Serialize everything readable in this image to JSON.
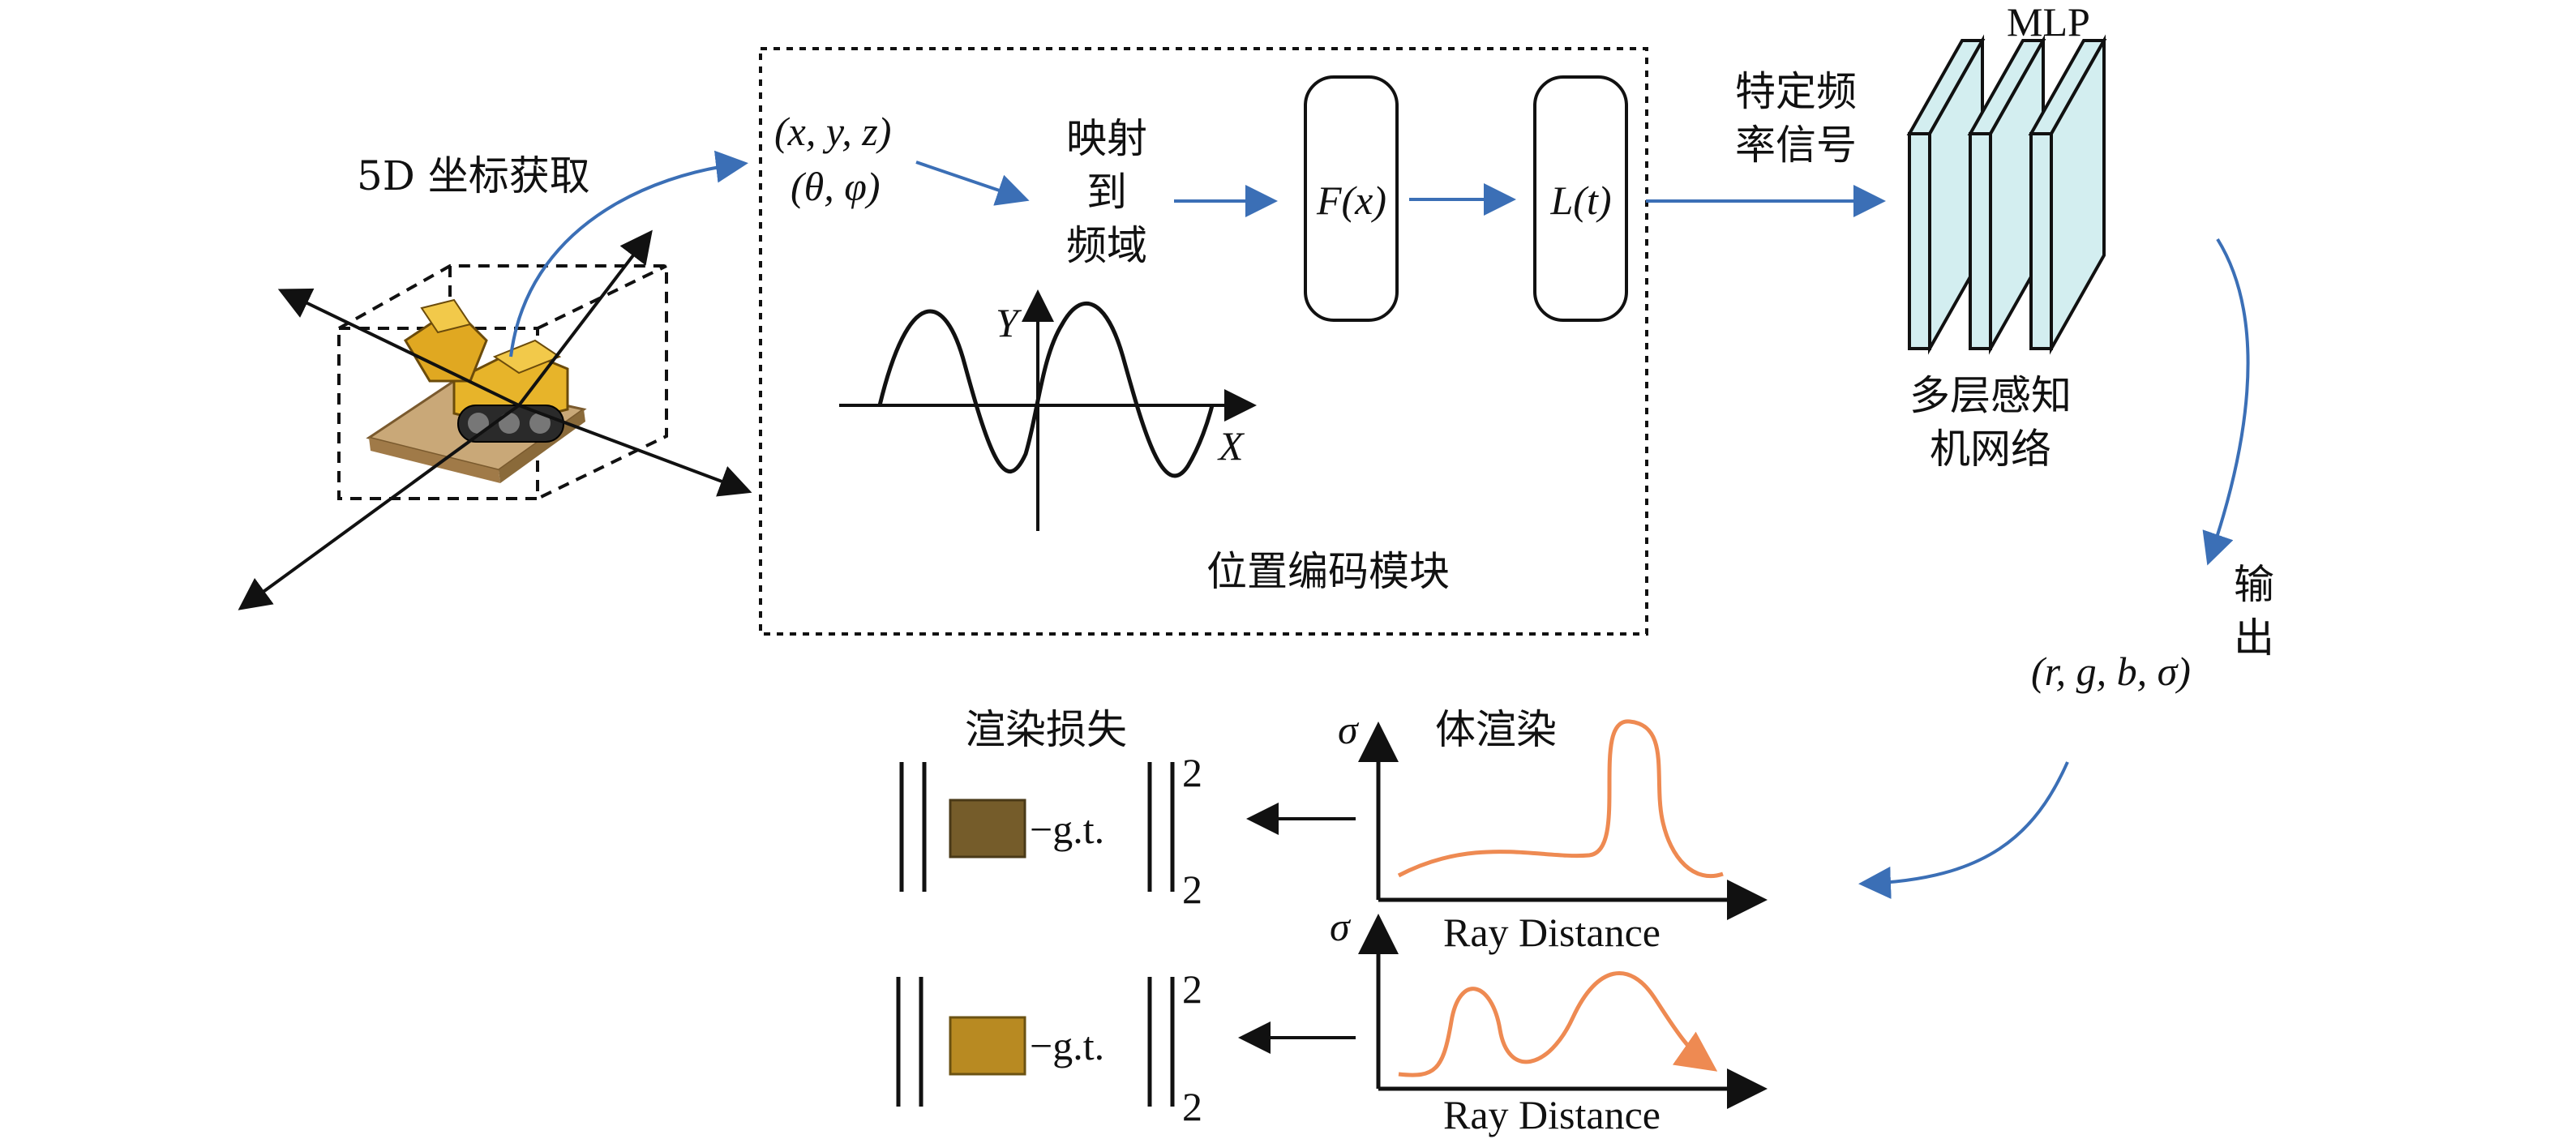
{
  "labels": {
    "coord_acquire": "5D 坐标获取",
    "input_xyz": "(x, y, z)",
    "input_angles": "(θ, φ)",
    "map_to_freq": [
      "映射",
      "到",
      "频域"
    ],
    "fx": "F(x)",
    "lt": "L(t)",
    "axis_y": "Y",
    "axis_x": "X",
    "pe_module": "位置编码模块",
    "specific_freq": [
      "特定频",
      "率信号"
    ],
    "mlp": "MLP",
    "mlp_network": [
      "多层感知",
      "机网络"
    ],
    "output": [
      "输",
      "出"
    ],
    "output_tuple": "(r, g, b, σ)",
    "volume_render": "体渲染",
    "render_loss": "渲染损失",
    "sigma": "σ",
    "ray_distance": "Ray Distance",
    "gt": "−g.t.",
    "norm_sup": "2",
    "norm_sub": "2"
  },
  "colors": {
    "arrow_blue": "#3b6fb6",
    "curve_orange": "#ee8a52",
    "mlp_fill": "#d3eef0",
    "swatch_top": "#755c2a",
    "swatch_bottom": "#b88a22"
  }
}
